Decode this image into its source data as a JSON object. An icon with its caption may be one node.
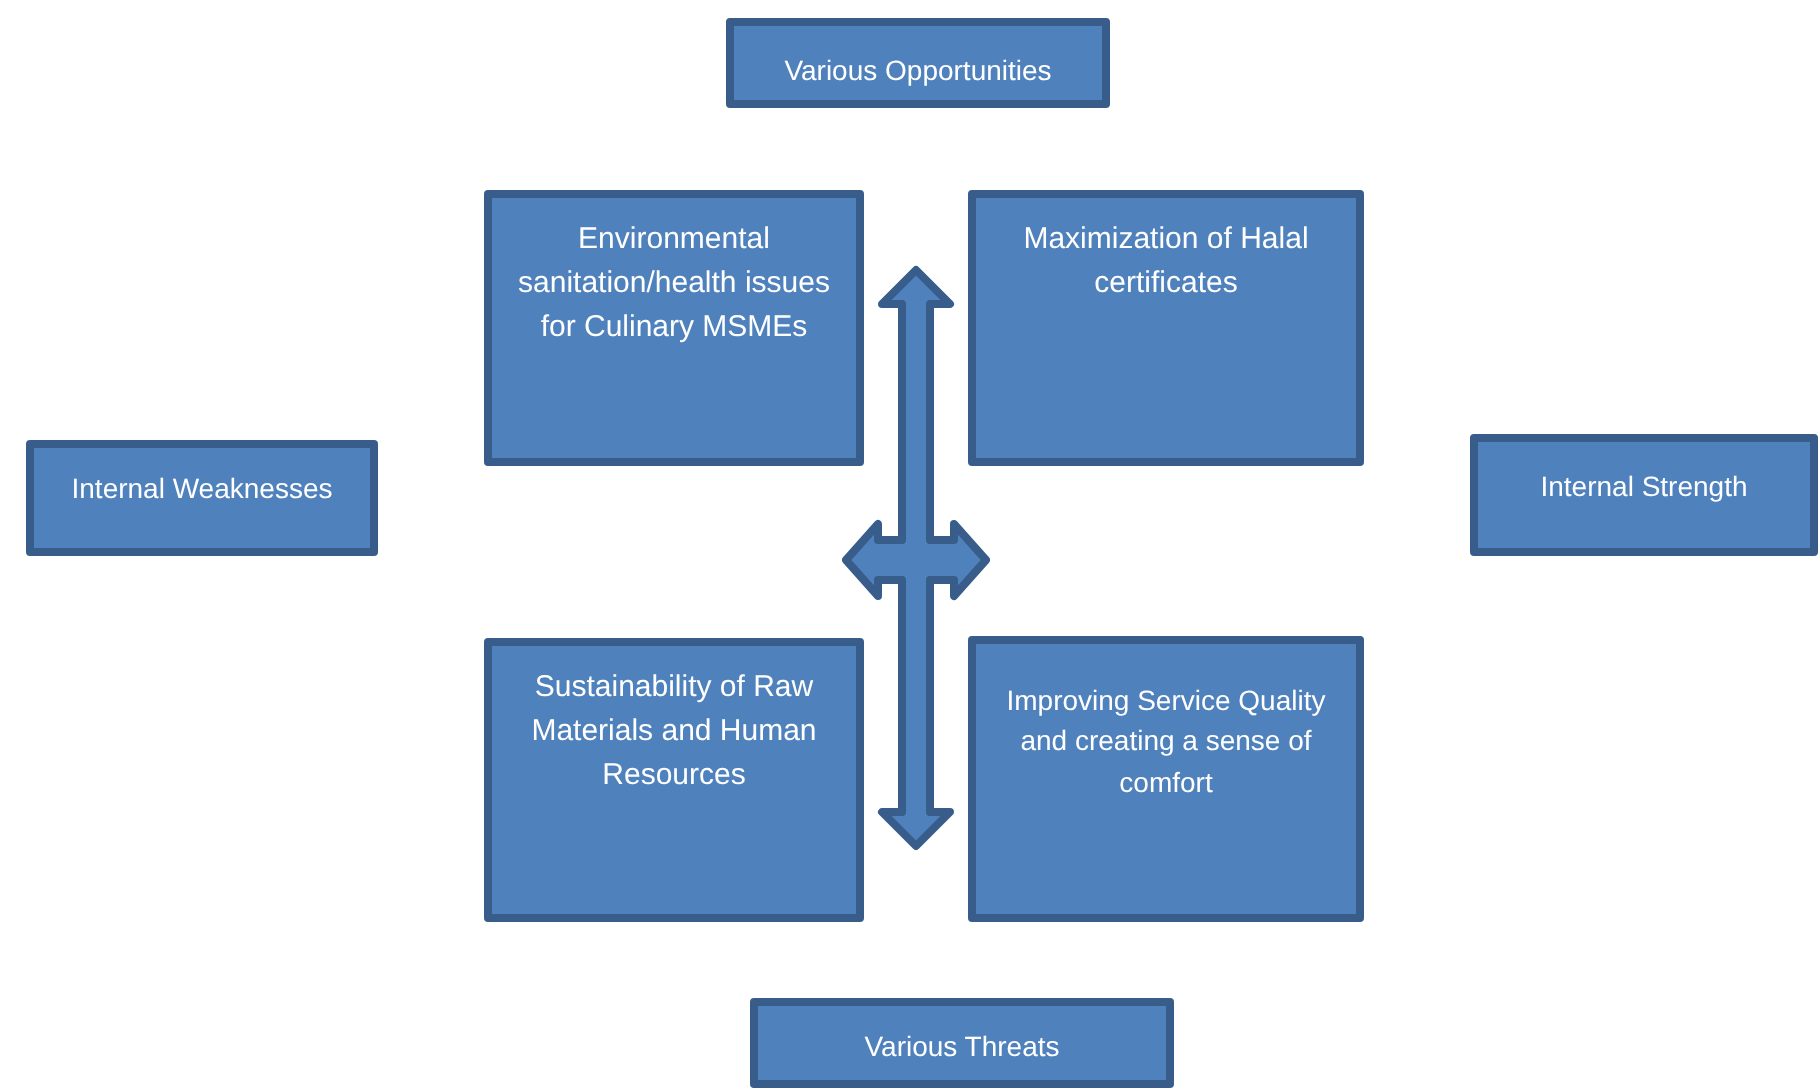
{
  "diagram": {
    "nodes": [
      {
        "text": [
          "Various Opportunities"
        ]
      },
      {
        "text": [
          "Environmental sanitation/health issues for Culinary MSMEs"
        ]
      },
      {
        "text": [
          "Maximization of Halal certificates"
        ]
      },
      {
        "text": [
          "Internal Weaknesses"
        ]
      },
      {
        "text": [
          "Internal Strength"
        ]
      },
      {
        "text": [
          "Sustainability of Raw Materials and Human Resources"
        ]
      },
      {
        "text": [
          "Improving Service Quality and creating a sense of comfort"
        ]
      },
      {
        "text": [
          "Various Threats"
        ]
      }
    ]
  }
}
